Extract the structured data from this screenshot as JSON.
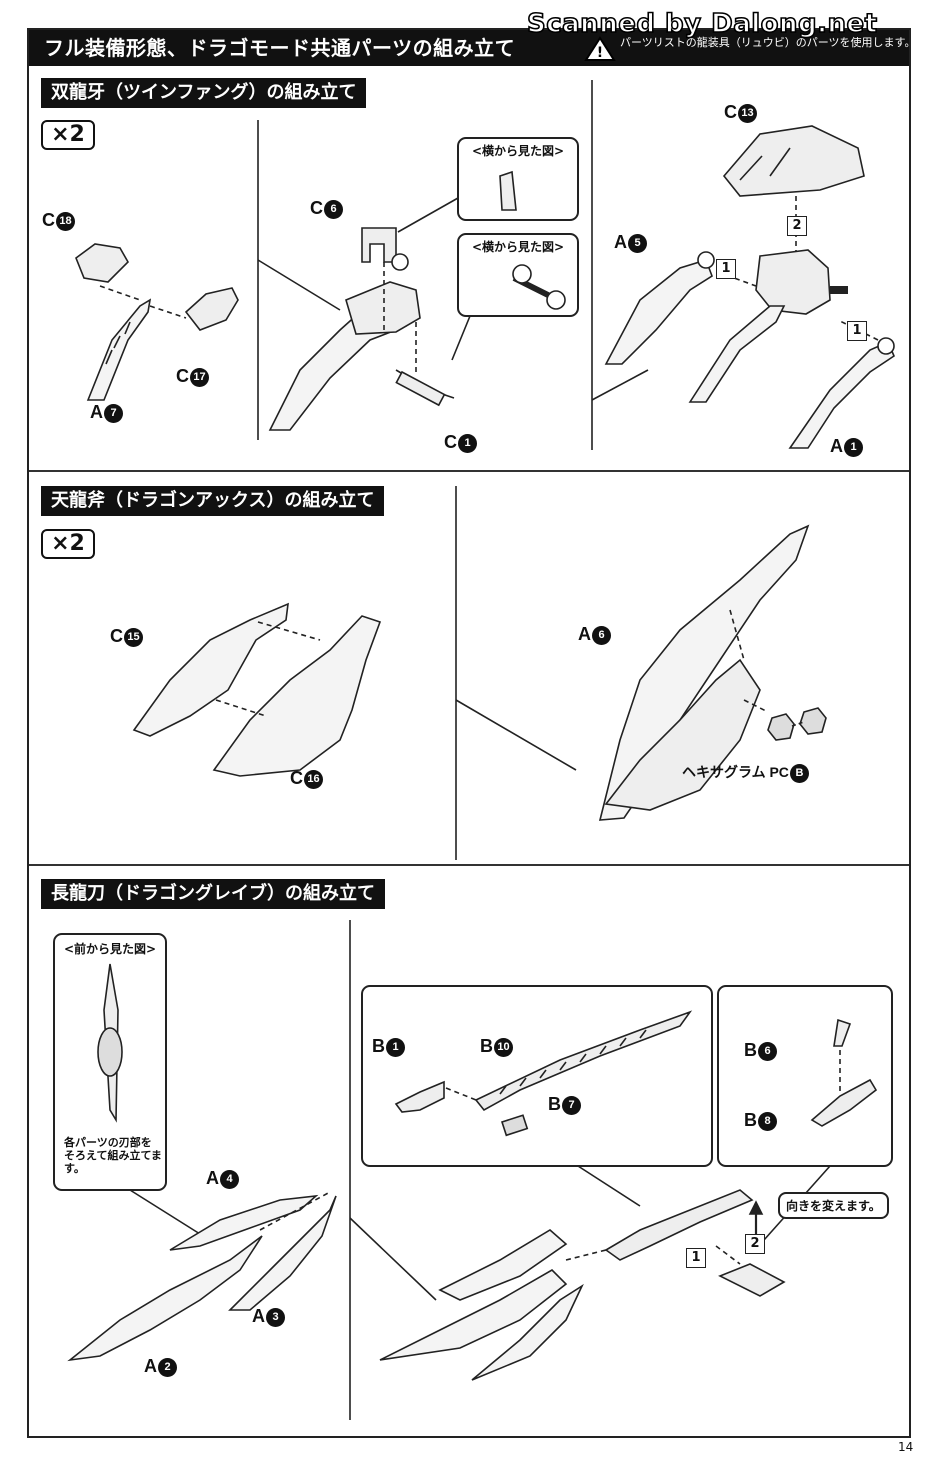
{
  "header": {
    "title": "フル装備形態、ドラゴモード共通パーツの組み立て",
    "watermark": "Scanned by Dalong.net",
    "warning_note": "パーツリストの龍装具（リュウビ）のパーツを使用します。"
  },
  "sections": [
    {
      "title": "双龍牙（ツインファング）の組み立て",
      "multiplier": "×2",
      "side_view_caption": "<横から見た図>",
      "labels": {
        "c18": "C",
        "c18_num": "18",
        "a7": "A",
        "a7_num": "7",
        "c17": "C",
        "c17_num": "17",
        "c6": "C",
        "c6_num": "6",
        "c1": "C",
        "c1_num": "1",
        "c13": "C",
        "c13_num": "13",
        "a5": "A",
        "a5_num": "5",
        "a1": "A",
        "a1_num": "1"
      },
      "steps": [
        "1",
        "2",
        "1"
      ]
    },
    {
      "title": "天龍斧（ドラゴンアックス）の組み立て",
      "multiplier": "×2",
      "labels": {
        "c15": "C",
        "c15_num": "15",
        "c16": "C",
        "c16_num": "16",
        "a6": "A",
        "a6_num": "6",
        "pcb_text": "ヘキサグラム PC",
        "pcb_num": "B"
      }
    },
    {
      "title": "長龍刀（ドラゴングレイブ）の組み立て",
      "front_view_caption": "<前から見た図>",
      "front_view_note": "各パーツの刃部をそろえて組み立てます。",
      "labels": {
        "a4": "A",
        "a4_num": "4",
        "a3": "A",
        "a3_num": "3",
        "a2": "A",
        "a2_num": "2",
        "b1": "B",
        "b1_num": "1",
        "b10": "B",
        "b10_num": "10",
        "b7": "B",
        "b7_num": "7",
        "b6": "B",
        "b6_num": "6",
        "b8": "B",
        "b8_num": "8"
      },
      "callout": "向きを変えます。",
      "steps": [
        "1",
        "2"
      ]
    }
  ],
  "page_number": "14"
}
